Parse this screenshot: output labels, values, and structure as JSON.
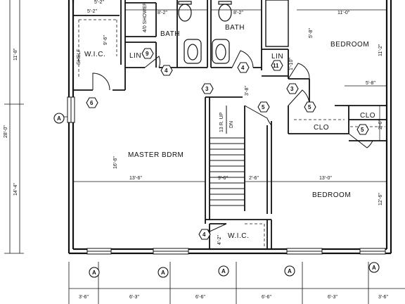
{
  "rooms": {
    "master": "MASTER BDRM",
    "bedroom_1": "BEDROOM",
    "bedroom_2": "BEDROOM",
    "bath_1": "BATH",
    "bath_2": "BATH",
    "wic_1": "W.I.C.",
    "wic_2": "W.I.C.",
    "lin_1": "LIN",
    "lin_2": "LIN",
    "clo_1": "CLO",
    "clo_2": "CLO",
    "shower": "4/0 SHOWER",
    "shelf": "SHELF",
    "stair_up": "13 R. UP",
    "stair_dn": "DN"
  },
  "dimensions": {
    "top_1": "5'-2\"",
    "top_2": "8'-2\"",
    "top_3": "8'-2\"",
    "top_4": "11'-0\"",
    "top_5": "5'-8\"",
    "wic_depth": "9'-6\"",
    "lin_height": "1'-10\"",
    "bed1_depth": "11'-2\"",
    "bed1_width": "5'-8\"",
    "stair_top": "3'-8\"",
    "clo_depth": "2'-6\"",
    "master_depth": "16'-6\"",
    "master_width": "13'-6\"",
    "stair_width": "9'-6\"",
    "hall_width": "2'-6\"",
    "bed2_width": "13'-0\"",
    "bed2_depth": "12'-6\"",
    "wic2_depth": "4'-2\"",
    "left_upper": "11'-8\"",
    "left_overall": "28'-0\"",
    "left_lower": "14'-4\"",
    "bottom": [
      "3'-6\"",
      "6'-3\"",
      "6'-6\"",
      "6'-6\"",
      "6'-3\"",
      "3'-6\""
    ],
    "partial_top": "5'-2\""
  },
  "tags": {
    "window_a": "A",
    "door_3": "3",
    "door_4": "4",
    "door_5": "5",
    "door_6": "6",
    "door_9": "9",
    "door_11": "11"
  }
}
